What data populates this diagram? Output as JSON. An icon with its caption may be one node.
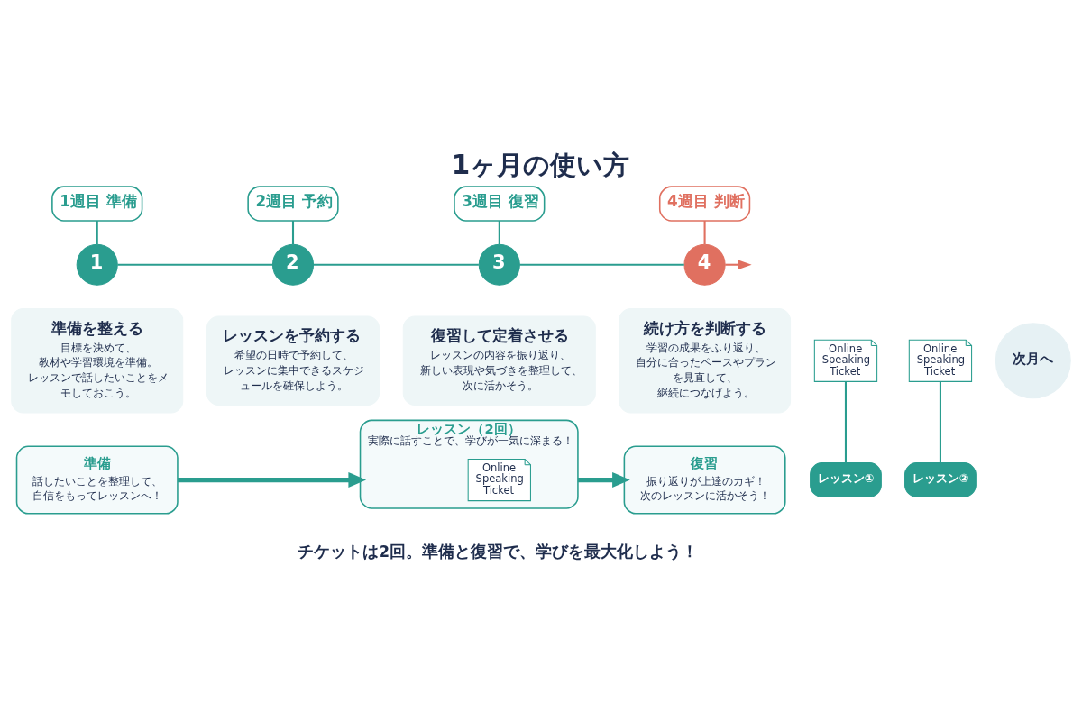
{
  "diagram": {
    "title": "1ヶ月の使い方",
    "caption": "チケットは2回。準備と復習で、学びを最大化しよう！",
    "nodes": [
      {
        "text": [
          "1週目 準備"
        ]
      },
      {
        "text": [
          "1"
        ]
      },
      {
        "text": [
          "2週目 予約"
        ]
      },
      {
        "text": [
          "2"
        ]
      },
      {
        "text": [
          "3週目 復習"
        ]
      },
      {
        "text": [
          "3"
        ]
      },
      {
        "text": [
          "4週目 判断"
        ]
      },
      {
        "text": [
          "4"
        ]
      },
      {
        "text": [
          "準備を整える",
          "目標を決めて、教材や学習環境を準備。レッスンで話したいことをメモしておこう。"
        ]
      },
      {
        "text": [
          "Online Speaking Ticket"
        ]
      },
      {
        "text": [
          "レッスン①"
        ]
      },
      {
        "text": [
          "レッスンを予約する",
          "希望の日時で予約して、レッスンに集中できるスケジュールを確保しよう。"
        ]
      },
      {
        "text": [
          "復習して定着させる",
          "レッスンの内容を振り返り、新しい表現や気づきを整理して、次に活かそう。"
        ]
      },
      {
        "text": [
          "Online Speaking Ticket"
        ]
      },
      {
        "text": [
          "レッスン②"
        ]
      },
      {
        "text": [
          "続け方を判断する",
          "学習の成果をふり返り、自分に合ったペースやプランを見直して、継続につなげよう。"
        ]
      },
      {
        "text": [
          "次月へ"
        ]
      },
      {
        "text": [
          "準備",
          "話したいことを整理して、自信をもってレッスンへ！"
        ]
      },
      {
        "text": [
          "レッスン（2回）",
          "実際に話すことで、学びが一気に深まる！"
        ]
      },
      {
        "text": [
          "Online Speaking Ticket"
        ],
        "in": 18
      },
      {
        "text": [
          "復習",
          "振り返りが上達のカギ！次のレッスンに活かそう！"
        ]
      }
    ],
    "edges": [
      {
        "from": 0,
        "to": 1,
        "arrow": "none"
      },
      {
        "from": 2,
        "to": 3,
        "arrow": "none"
      },
      {
        "from": 4,
        "to": 5,
        "arrow": "none"
      },
      {
        "from": 6,
        "to": 7,
        "arrow": "none",
        "color": "#e07060"
      },
      {
        "from": 1,
        "to": 3,
        "arrow": "none"
      },
      {
        "from": 3,
        "to": 5,
        "arrow": "none"
      },
      {
        "from": 5,
        "to": 7,
        "arrow": "none"
      },
      {
        "from": 7,
        "to": null,
        "arrow": "to",
        "color": "#e07060"
      },
      {
        "from": 9,
        "to": 10,
        "arrow": "none"
      },
      {
        "from": 13,
        "to": 14,
        "arrow": "none"
      },
      {
        "from": 17,
        "to": 18,
        "arrow": "to",
        "style": "thick"
      },
      {
        "from": 18,
        "to": 20,
        "arrow": "to",
        "style": "thick"
      }
    ]
  }
}
